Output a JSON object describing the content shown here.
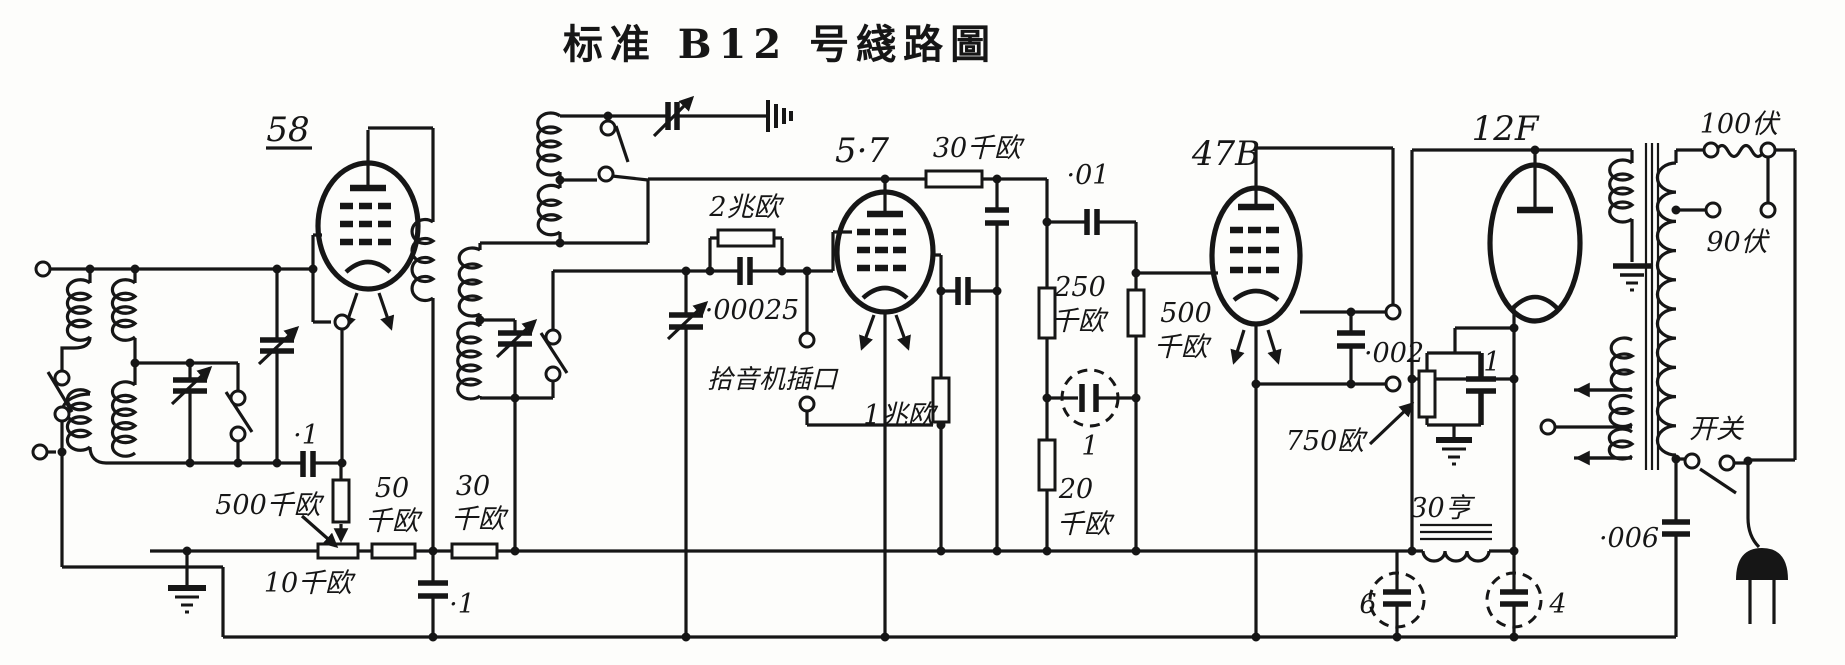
{
  "title": "标准 B12 号綫路圖",
  "tubes": {
    "t1": "58",
    "t2": "5·7",
    "t3": "47B",
    "t4": "12F"
  },
  "labels": {
    "c_point1_top": "·1",
    "r500k_left": "500千欧",
    "r10k": "10千欧",
    "r50k_v": "50",
    "r50k_u": "千欧",
    "r30k_v": "30",
    "r30k_u": "千欧",
    "c_point1_bottom": "·1",
    "r2m": "2兆欧",
    "c00025": "·00025",
    "pickup_jack": "拾音机插口",
    "r1m": "1兆欧",
    "r30k_top": "30千欧",
    "c01": "·01",
    "r250k_v": "250",
    "r250k_u": "千欧",
    "r500k_v": "500",
    "r500k_u": "千欧",
    "c1_dashed": "1",
    "r20k_v": "20",
    "r20k_u": "千欧",
    "c002": "·002",
    "r750": "750欧",
    "c1_bias": "1",
    "choke": "30亨",
    "c6": "6",
    "c4": "4",
    "c006": "·006",
    "power_switch": "开关",
    "tap100v": "100伏",
    "tap90v": "90伏"
  }
}
